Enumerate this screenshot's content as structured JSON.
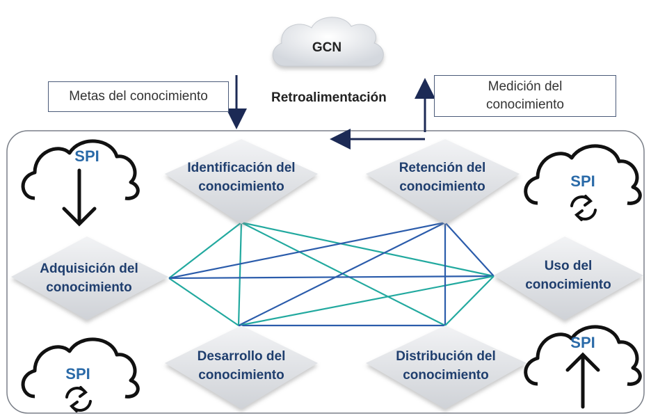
{
  "top_cloud": {
    "label": "GCN"
  },
  "feedback": {
    "label": "Retroalimentación"
  },
  "goals_box": {
    "label": "Metas del conocimiento"
  },
  "measure_box": {
    "line1": "Medición del",
    "line2": "conocimiento"
  },
  "processes": {
    "identification": {
      "line1": "Identificación del",
      "line2": "conocimiento"
    },
    "retention": {
      "line1": "Retención del",
      "line2": "conocimiento"
    },
    "acquisition": {
      "line1": "Adquisición del",
      "line2": "conocimiento"
    },
    "use": {
      "line1": "Uso del",
      "line2": "conocimiento"
    },
    "development": {
      "line1": "Desarrollo del",
      "line2": "conocimiento"
    },
    "distribution": {
      "line1": "Distribución del",
      "line2": "conocimiento"
    }
  },
  "spi_clouds": {
    "top_left": {
      "label": "SPI",
      "icon": "download-arrow-icon"
    },
    "top_right": {
      "label": "SPI",
      "icon": "sync-icon"
    },
    "bottom_left": {
      "label": "SPI",
      "icon": "sync-icon"
    },
    "bottom_right": {
      "label": "SPI",
      "icon": "upload-arrow-icon"
    }
  },
  "colors": {
    "teal": "#22a99f",
    "blue": "#2b5cab",
    "navy": "#1c2a55",
    "spi_text": "#2a6aa8"
  }
}
